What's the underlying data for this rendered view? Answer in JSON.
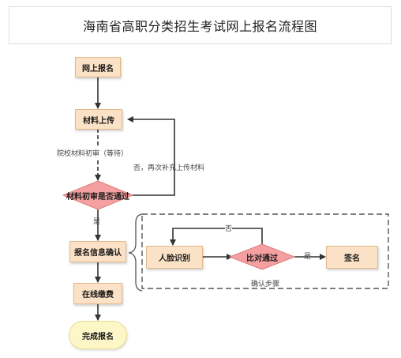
{
  "title": "海南省高职分类招生考试网上报名流程图",
  "nodes": {
    "online_signup": "网上报名",
    "upload_materials": "材料上传",
    "review_decision": "材料初审是否通过",
    "confirm_info": "报名信息确认",
    "online_payment": "在线缴费",
    "complete": "完成报名",
    "face_recognition": "人脸识别",
    "compare_pass": "比对通过",
    "sign": "签名"
  },
  "labels": {
    "initial_review": "院校材料初审（等待）",
    "resubmit": "否，再次补充上传材料",
    "yes_main": "是",
    "no_compare": "否",
    "yes_compare": "是",
    "confirm_steps": "确认步骤"
  },
  "colors": {
    "process_fill": "#fbe1c6",
    "decision_fill": "#f4a0a0",
    "terminal_fill": "#fdf7c8",
    "line": "#333333"
  }
}
